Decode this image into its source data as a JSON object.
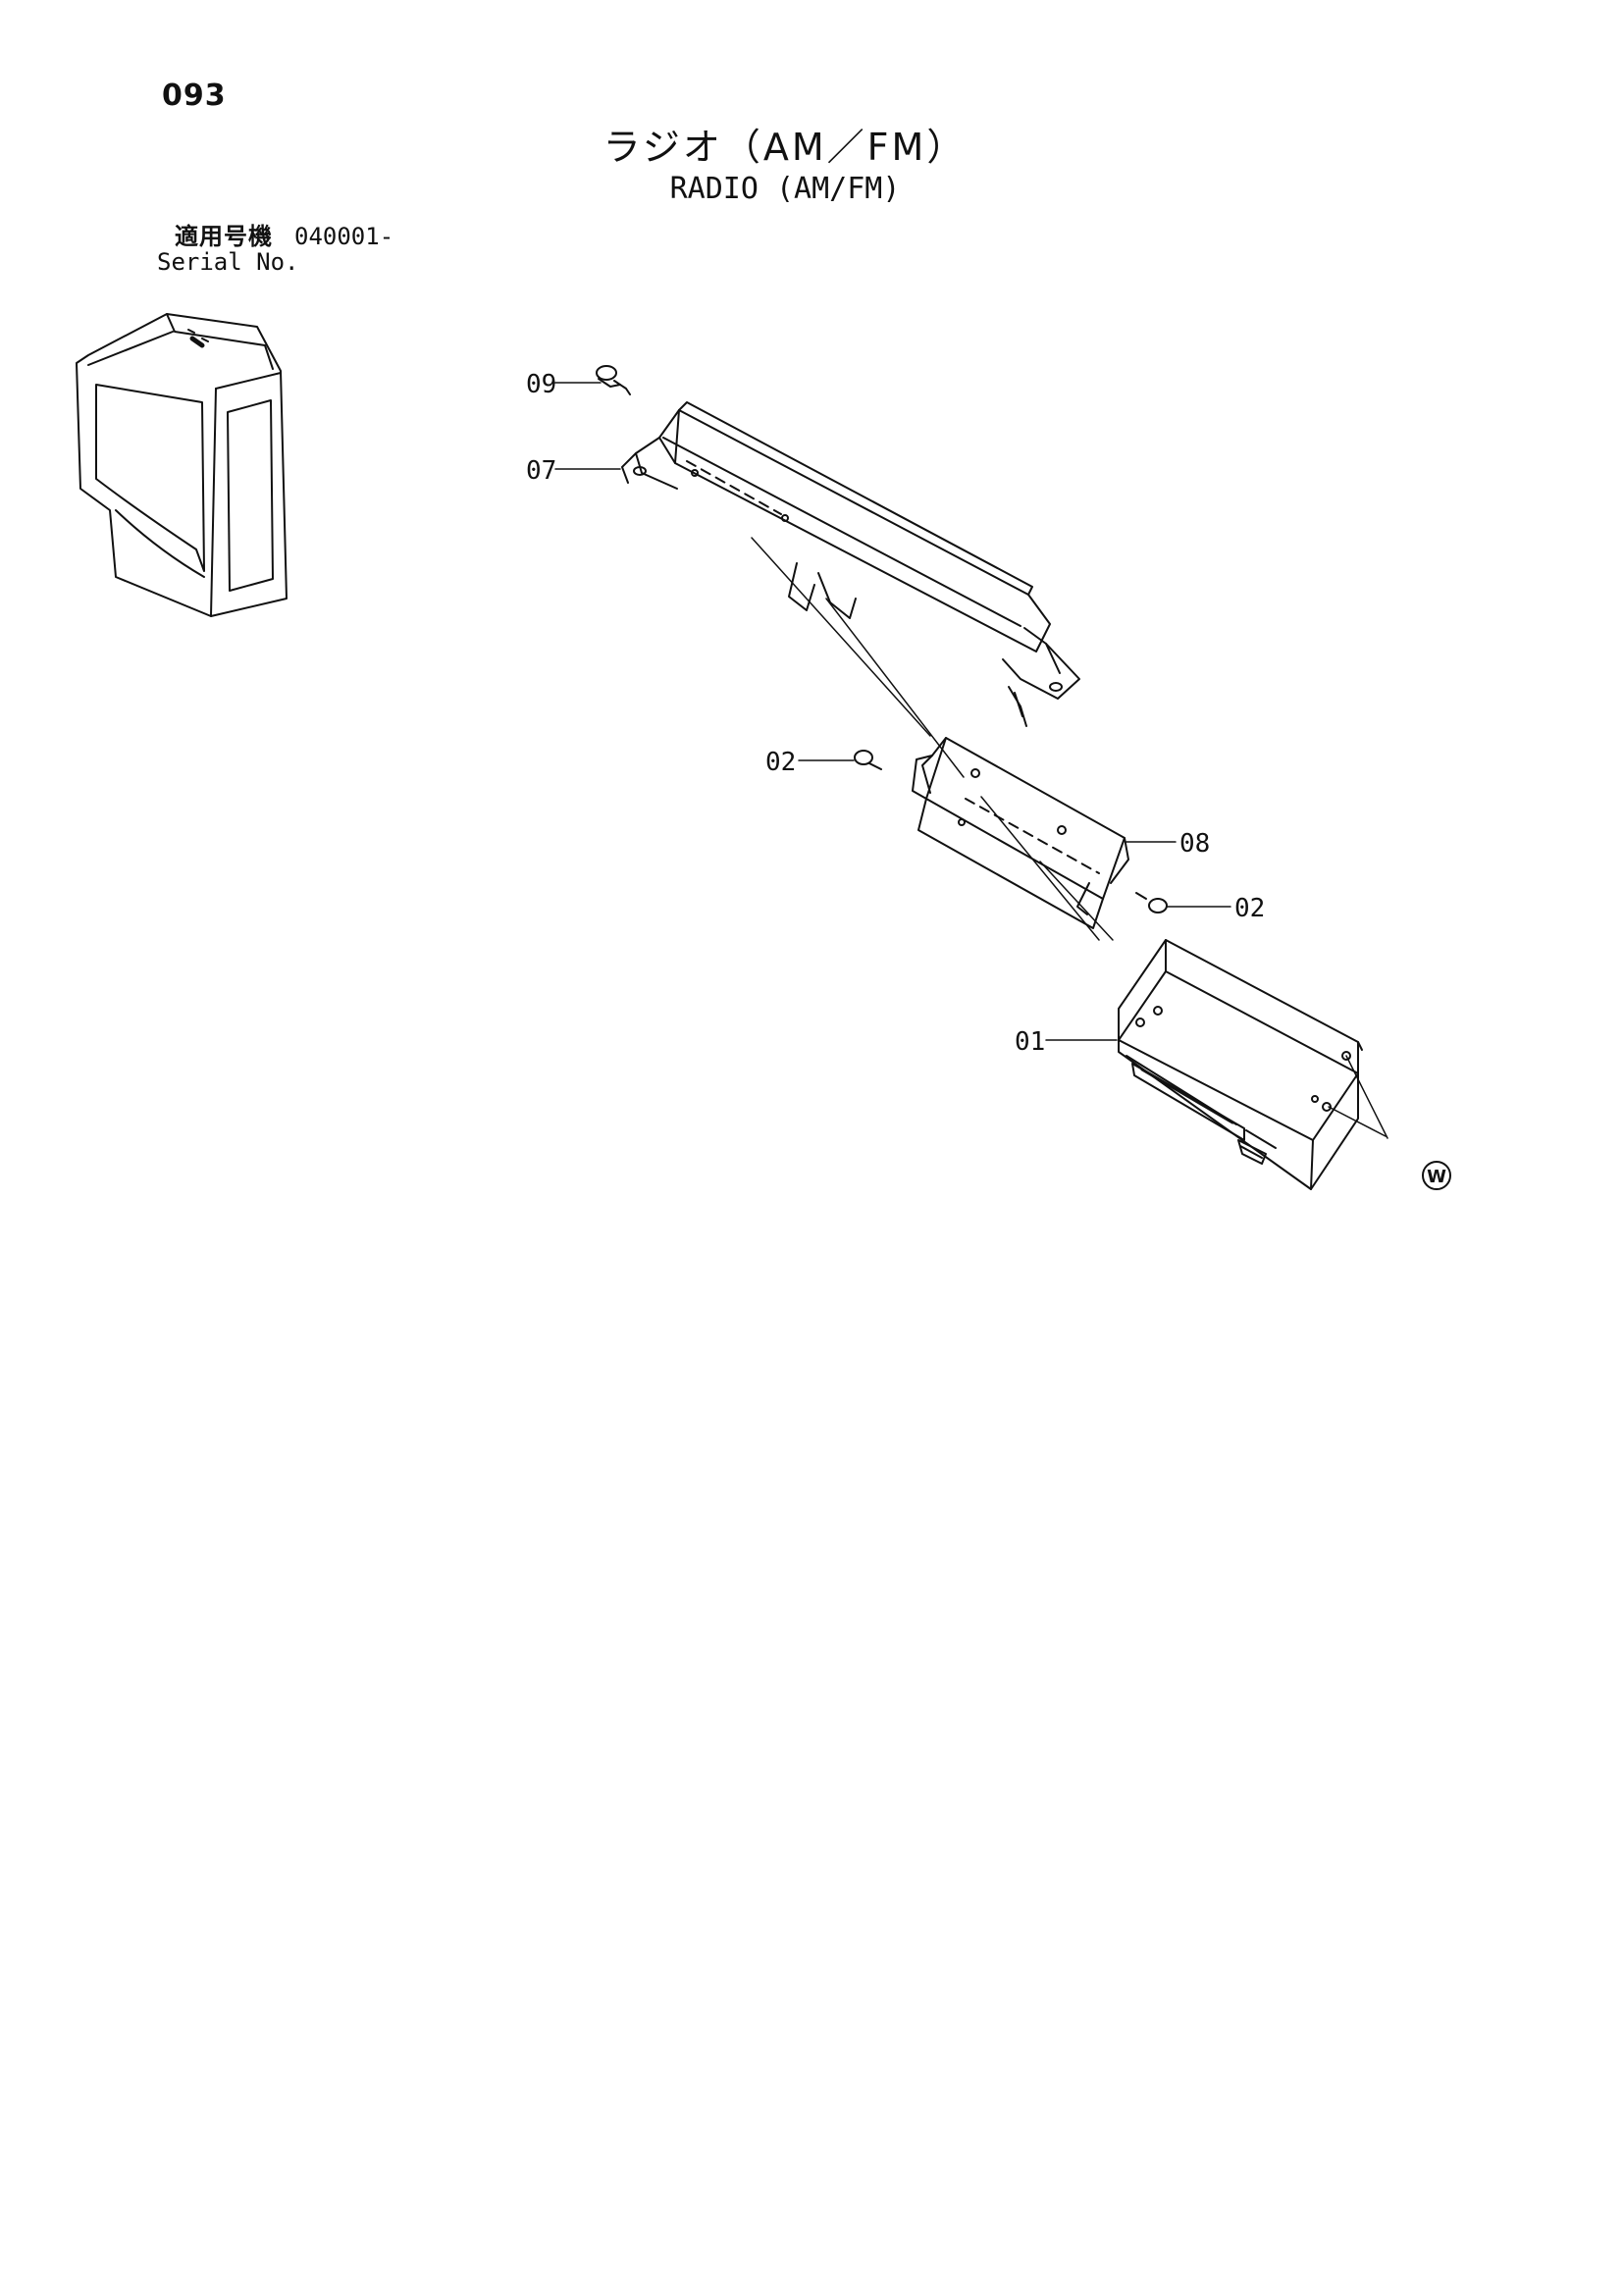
{
  "page_number": "093",
  "title": {
    "japanese": "ラジオ（AM／FM）",
    "english": "RADIO (AM/FM)"
  },
  "serial": {
    "label_japanese": "適用号機",
    "value": "040001-",
    "label_english": "Serial No."
  },
  "callouts": {
    "c09": "09",
    "c07": "07",
    "c02a": "02",
    "c08": "08",
    "c02b": "02",
    "c01": "01",
    "symbol": "W"
  },
  "colors": {
    "line": "#111111",
    "background": "#ffffff"
  }
}
